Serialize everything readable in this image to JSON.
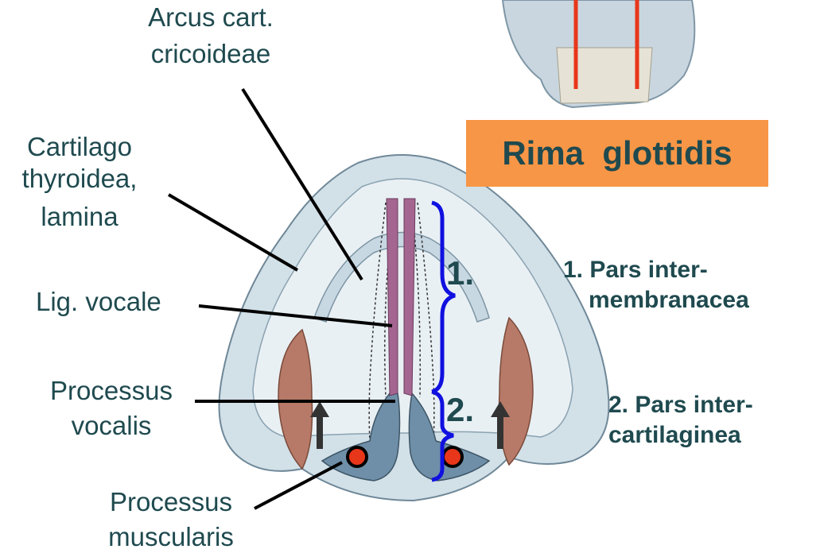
{
  "title": "Rima  glottidis",
  "labels": {
    "arcus_line1": "Arcus cart.",
    "arcus_line2": "cricoideae",
    "thyroidea_line1": "Cartilago",
    "thyroidea_line2": "thyroidea,",
    "thyroidea_line3": "lamina",
    "lig_vocale": "Lig. vocale",
    "proc_vocalis_line1": "Processus",
    "proc_vocalis_line2": "vocalis",
    "proc_musc_line1": "Processus",
    "proc_musc_line2": "muscularis"
  },
  "parts": {
    "part1_number": "1.",
    "part2_number": "2.",
    "part1_line1": "1. Pars inter-",
    "part1_line2": "membranacea",
    "part2_line1": "2. Pars inter-",
    "part2_line2": "cartilaginea"
  },
  "colors": {
    "title_bg": "#f79646",
    "text": "#1f4a4f",
    "brace": "#1010e0",
    "marker": "#e8361a",
    "cartilage": "#cfdde6",
    "muscle": "#b77a68",
    "ligament": "#9a5a82"
  }
}
